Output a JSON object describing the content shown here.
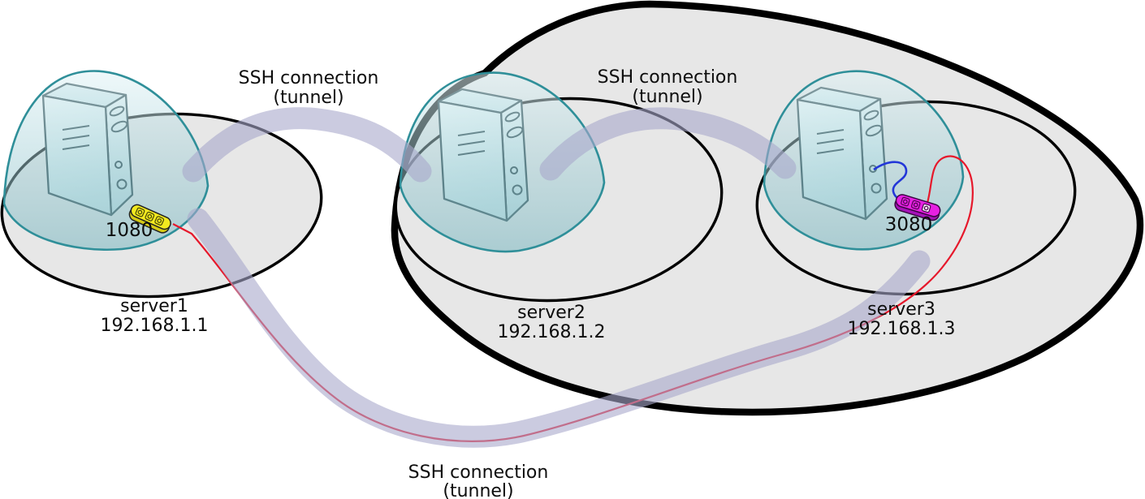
{
  "tunnels": [
    {
      "line1": "SSH connection",
      "line2": "(tunnel)",
      "from": "server1",
      "to": "server2"
    },
    {
      "line1": "SSH connection",
      "line2": "(tunnel)",
      "from": "server2",
      "to": "server3"
    },
    {
      "line1": "SSH connection",
      "line2": "(tunnel)",
      "from": "server1",
      "to": "server3"
    }
  ],
  "servers": [
    {
      "name": "server1",
      "ip": "192.168.1.1",
      "port": "1080"
    },
    {
      "name": "server2",
      "ip": "192.168.1.2"
    },
    {
      "name": "server3",
      "ip": "192.168.1.3",
      "port": "3080"
    }
  ],
  "colors": {
    "network_fill": "#e7e7e7",
    "outline": "#000000",
    "tunnel": "#a8a8cc",
    "dome_stroke": "#2f8f99",
    "wire_red": "#e6182b",
    "wire_blue": "#2337d8",
    "port_device_server1": "#f2e91f",
    "port_device_server3": "#e620e2"
  }
}
